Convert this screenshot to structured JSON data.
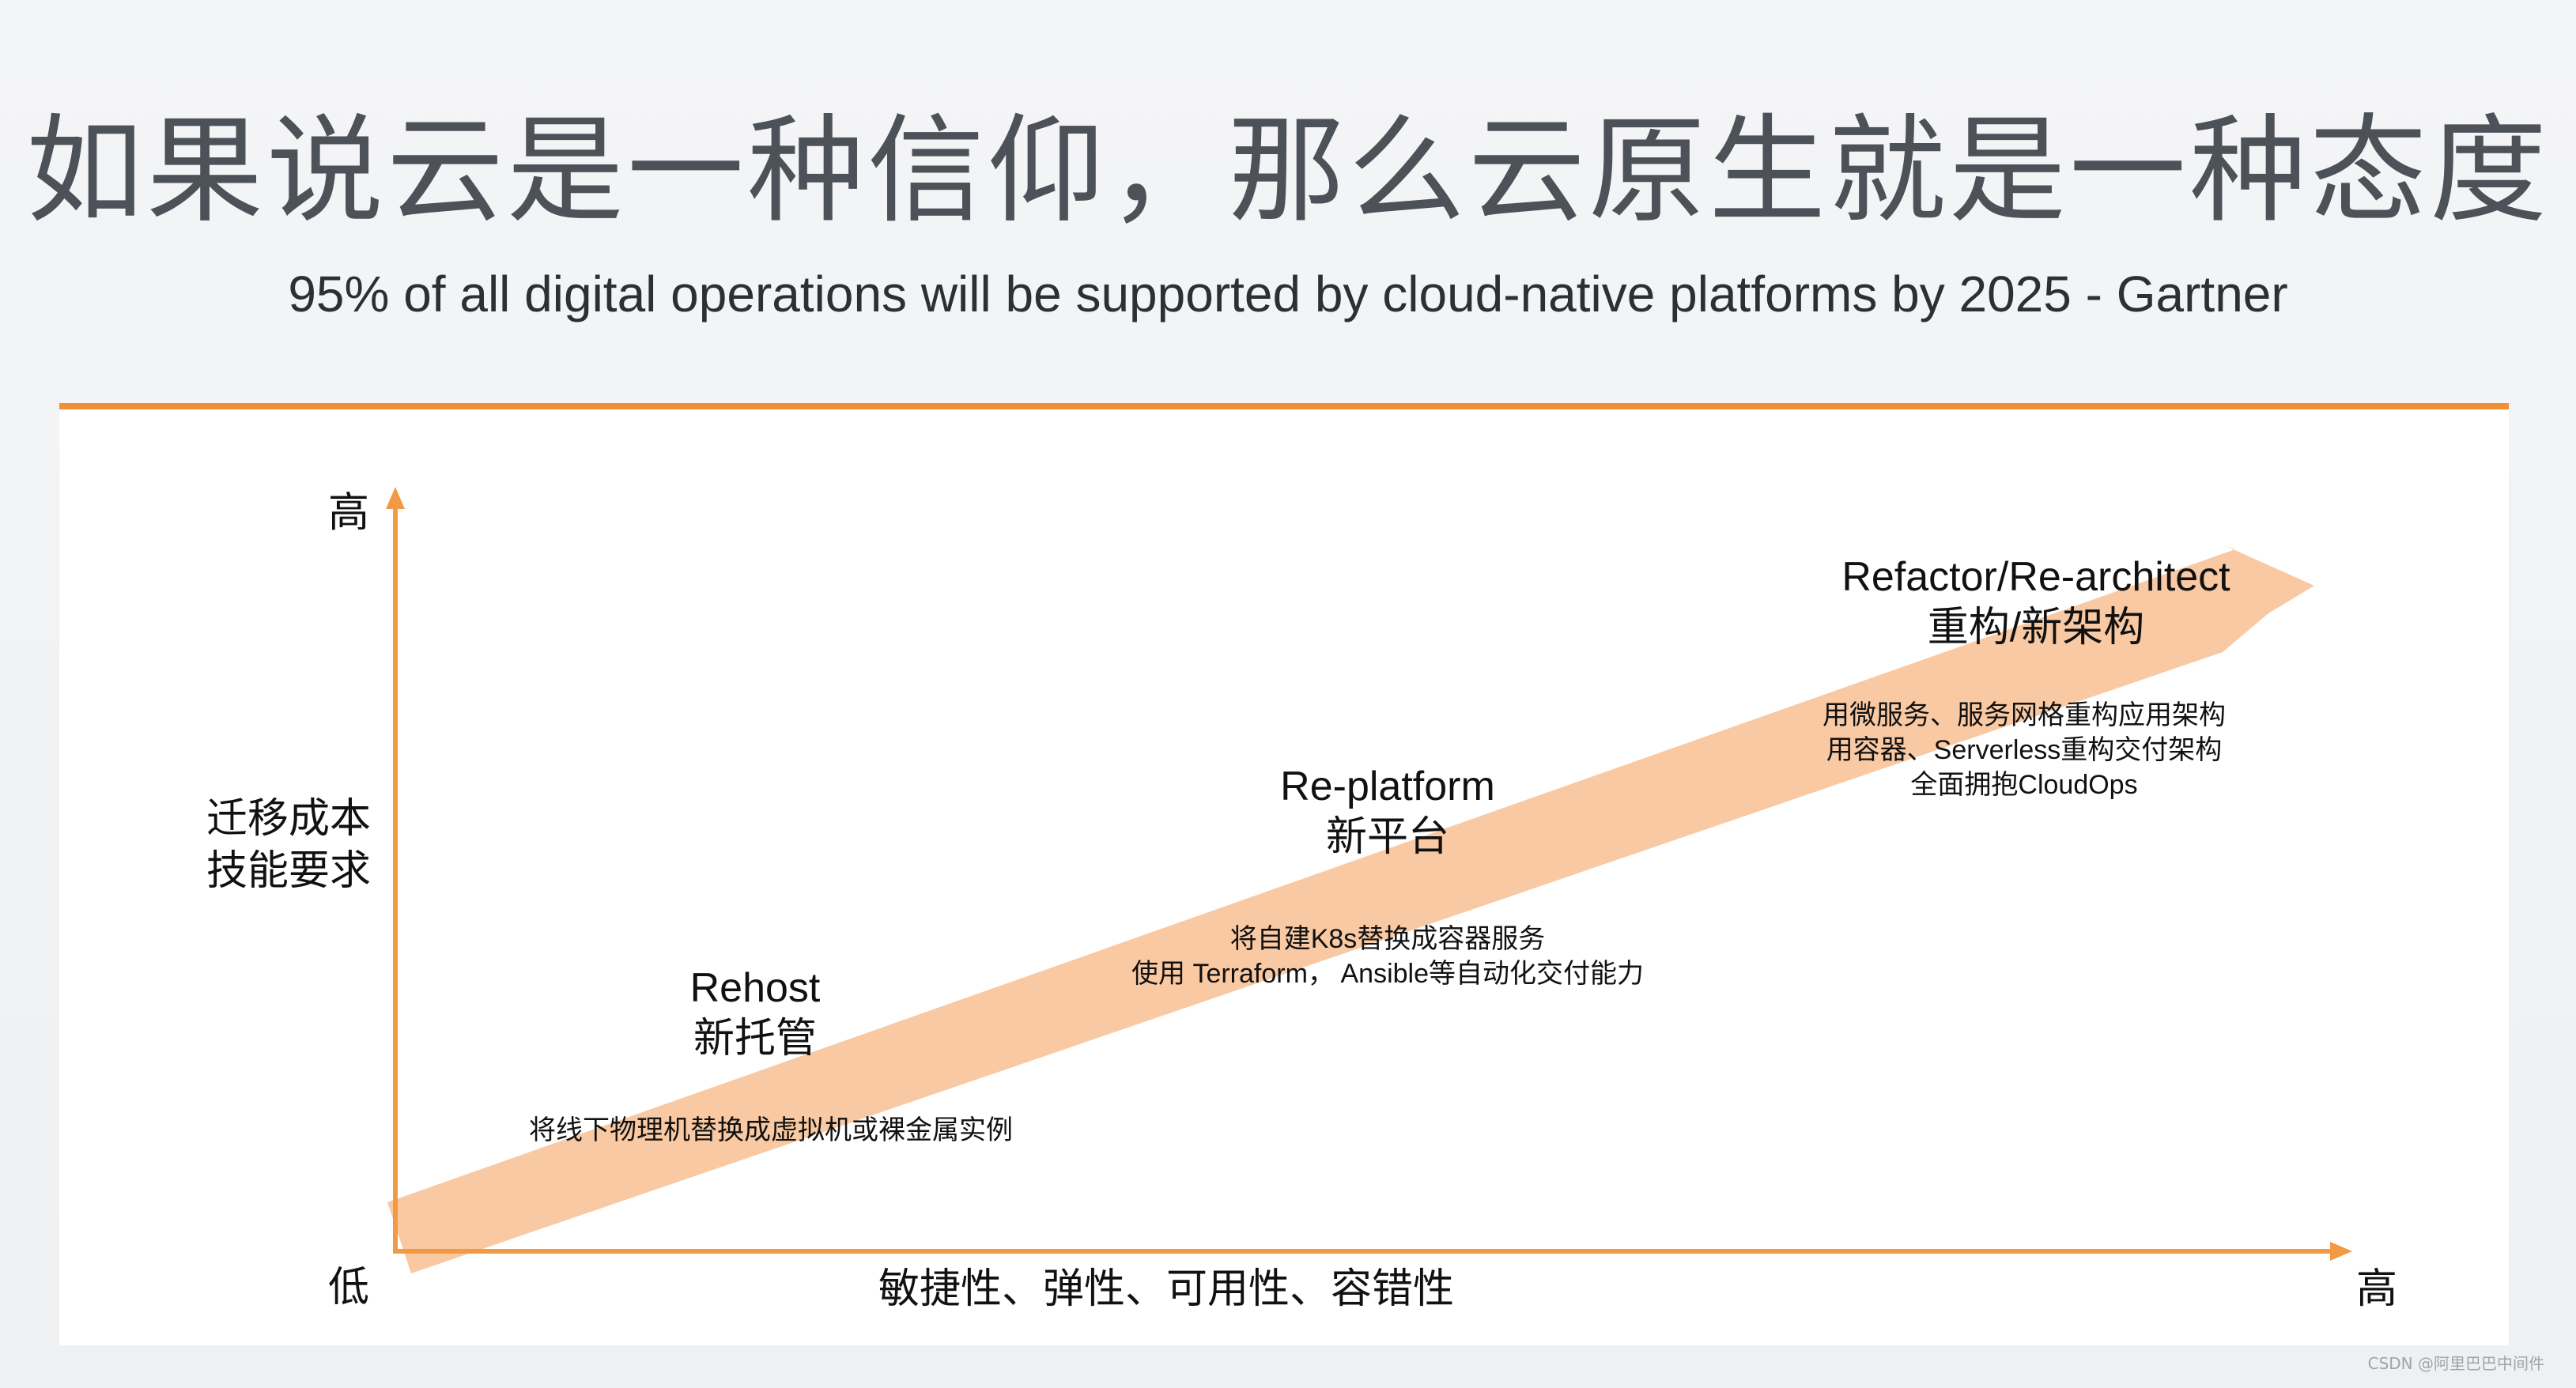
{
  "header": {
    "title": "如果说云是一种信仰，那么云原生就是一种态度",
    "subtitle": "95% of all digital operations will be supported by cloud-native platforms by 2025 - Gartner"
  },
  "diagram": {
    "y_axis": {
      "top_label": "高",
      "bottom_label": "低",
      "label_lines": [
        "迁移成本",
        "技能要求"
      ]
    },
    "x_axis": {
      "label": "敏捷性、弹性、可用性、容错性",
      "end_label": "高"
    },
    "stages": [
      {
        "name_en": "Rehost",
        "name_zh": "新托管",
        "desc": [
          "将线下物理机替换成虚拟机或裸金属实例"
        ]
      },
      {
        "name_en": "Re-platform",
        "name_zh": "新平台",
        "desc": [
          "将自建K8s替换成容器服务",
          "使用 Terraform， Ansible等自动化交付能力"
        ]
      },
      {
        "name_en": "Refactor/Re-architect",
        "name_zh": "重构/新架构",
        "desc": [
          "用微服务、服务网格重构应用架构",
          "用容器、Serverless重构交付架构",
          "全面拥抱CloudOps"
        ]
      }
    ],
    "colors": {
      "axis": "#f29a43",
      "arrow": "#f9c9a3",
      "accent_line": "#f08f35"
    }
  },
  "watermark": "CSDN @阿里巴巴中间件"
}
